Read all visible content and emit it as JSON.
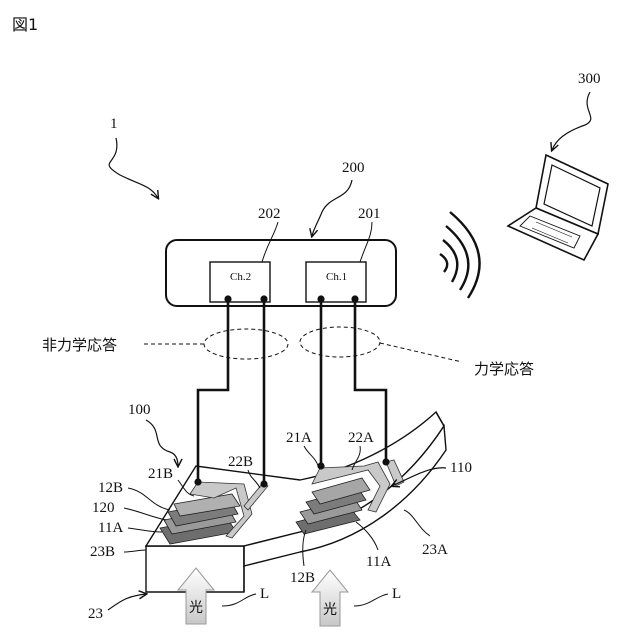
{
  "figure_title": "図1",
  "refs": {
    "system": "1",
    "terminal": "300",
    "measuring_device": "200",
    "channel2_ref": "202",
    "channel1_ref": "201",
    "channel2_label": "Ch.2",
    "channel1_label": "Ch.1",
    "sensor_device": "100",
    "sensor_unit": "110",
    "sensor_unit_ref": "120",
    "electrode_21B": "21B",
    "electrode_22B": "22B",
    "electrode_21A": "21A",
    "electrode_22A": "22A",
    "layer_12B_left": "12B",
    "layer_11A_left": "11A",
    "layer_12B_right": "12B",
    "layer_11A_right": "11A",
    "substrate_23A": "23A",
    "substrate_23B": "23B",
    "substrate_23": "23",
    "light_L_left": "L",
    "light_L_right": "L"
  },
  "responses": {
    "non_mechanical": "非力学応答",
    "mechanical": "力学応答"
  },
  "light": {
    "left": "光",
    "right": "光"
  }
}
